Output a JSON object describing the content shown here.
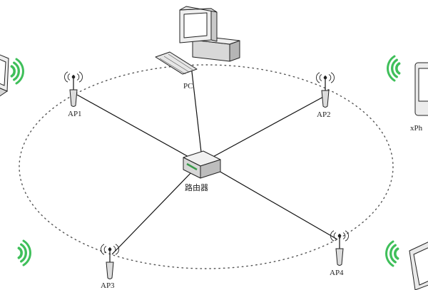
{
  "diagram": {
    "labels": {
      "pc": "PC",
      "router": "路由器",
      "ap1": "AP1",
      "ap2": "AP2",
      "ap3": "AP3",
      "ap4": "AP4",
      "xphone": "xPh"
    },
    "colors": {
      "wave": "#3fbf5a",
      "line": "#111111",
      "dotted_ring": "#555555",
      "device_fill": "#f4f4f4"
    }
  }
}
